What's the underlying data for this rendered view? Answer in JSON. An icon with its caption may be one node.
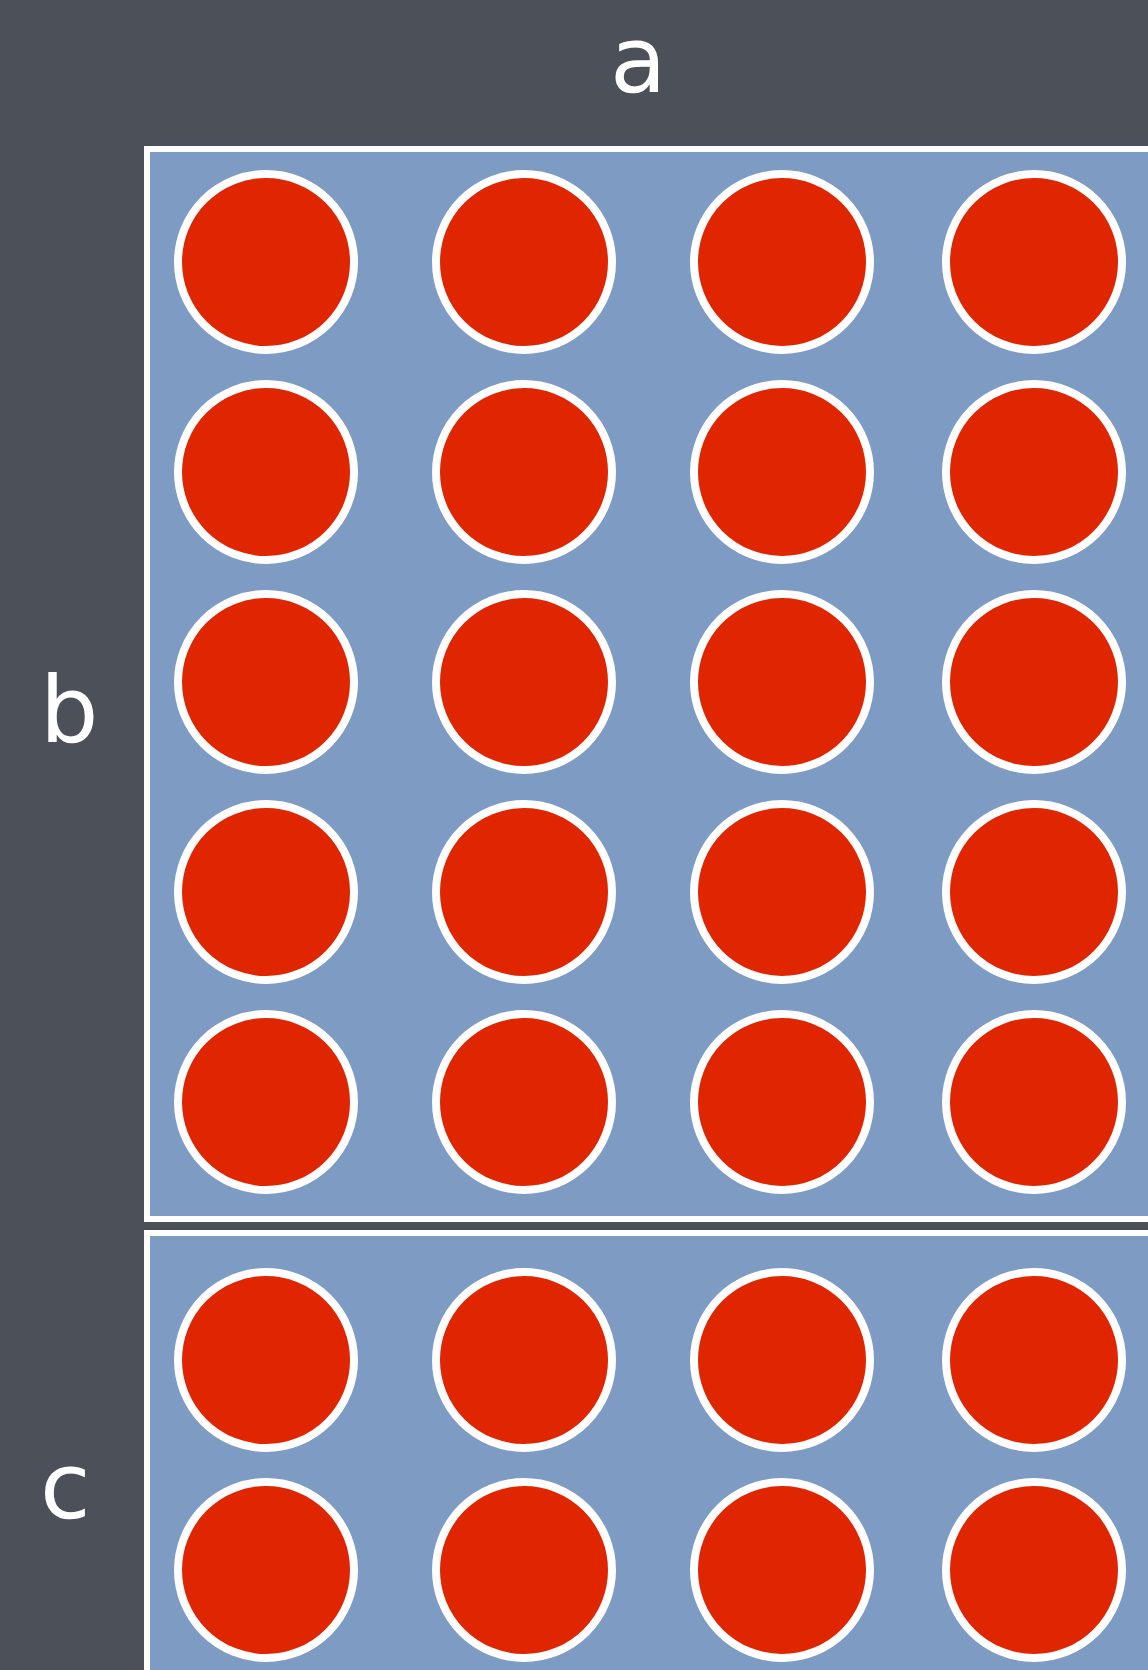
{
  "diagram": {
    "labels": [
      "a",
      "b",
      "c"
    ]
  }
}
